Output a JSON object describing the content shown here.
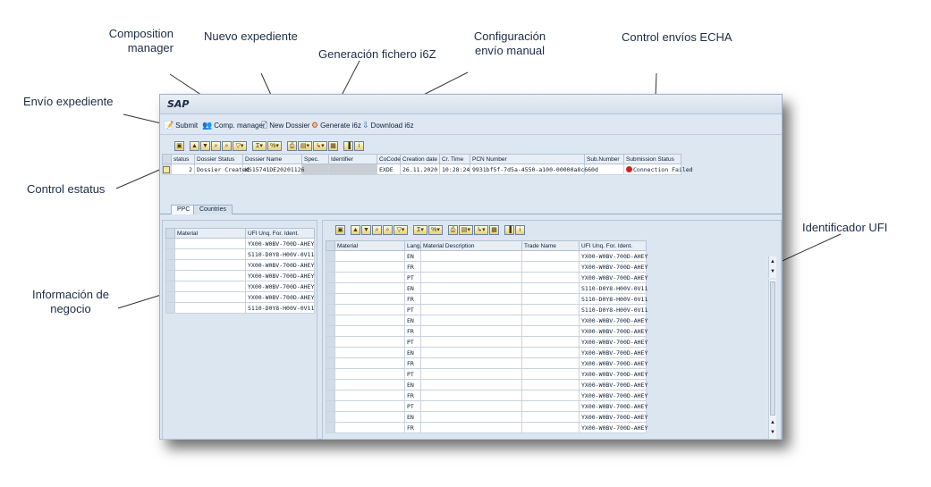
{
  "annotations": {
    "composition_manager": "Composition\nmanager",
    "nuevo_expediente": "Nuevo expediente",
    "generacion": "Generación fichero i6Z",
    "configuracion": "Configuración\nenvío manual",
    "control_envios": "Control envíos ECHA",
    "envio_expediente": "Envío expediente",
    "control_estatus": "Control estatus",
    "identificador_ufi": "Identificador UFI",
    "informacion_negocio": "Información de\nnegocio"
  },
  "window": {
    "logo": "SAP"
  },
  "appbar": {
    "submit": "Submit",
    "comp_manager": "Comp. manager",
    "new_dossier": "New Dossier",
    "generate": "Generate i6z",
    "download": "Download i6z"
  },
  "dossier_grid": {
    "headers": [
      "status",
      "Dossier Status",
      "Dossier Name",
      "Spec.",
      "Identifier",
      "CoCode",
      "Creation date",
      "Cr. Time",
      "PCN Number",
      "Sub.Number",
      "Submission Status"
    ],
    "row": {
      "status": "2",
      "dossier_status": "Dossier Created",
      "dossier_name": "KS15741DE20201126",
      "cocode": "EXDE",
      "creation_date": "26.11.2020",
      "cr_time": "10:28:24",
      "pcn_number": "9931bf5f-7d5a-4550-a100-00000a8c660d",
      "submission_status": "Connection Failed"
    }
  },
  "tabs": [
    "PPC",
    "Countries"
  ],
  "left_grid": {
    "headers": [
      "Material",
      "UFI Unq. For. Ident."
    ],
    "ufi": [
      "YX00-W0BV-700D-AHEY",
      "S110-D0Y8-H00V-0V11",
      "YX00-W0BV-700D-AHEY",
      "YX00-W0BV-700D-AHEY",
      "YX00-W0BV-700D-AHEY",
      "YX00-W0BV-700D-AHEY",
      "S110-D0Y8-H00V-0V11"
    ]
  },
  "right_grid": {
    "headers": [
      "Material",
      "Lang.",
      "Material Description",
      "Trade Name",
      "UFI Unq. For. Ident."
    ],
    "rows": [
      [
        "EN",
        "YX00-W0BV-700D-AHEY"
      ],
      [
        "FR",
        "YX00-W0BV-700D-AHEY"
      ],
      [
        "PT",
        "YX00-W0BV-700D-AHEY"
      ],
      [
        "EN",
        "S110-D0Y8-H00V-0V11"
      ],
      [
        "FR",
        "S110-D0Y8-H00V-0V11"
      ],
      [
        "PT",
        "S110-D0Y8-H00V-0V11"
      ],
      [
        "EN",
        "YX00-W0BV-700D-AHEY"
      ],
      [
        "FR",
        "YX00-W0BV-700D-AHEY"
      ],
      [
        "PT",
        "YX00-W0BV-700D-AHEY"
      ],
      [
        "EN",
        "YX00-W0BV-700D-AHEY"
      ],
      [
        "FR",
        "YX00-W0BV-700D-AHEY"
      ],
      [
        "PT",
        "YX00-W0BV-700D-AHEY"
      ],
      [
        "EN",
        "YX00-W0BV-700D-AHEY"
      ],
      [
        "FR",
        "YX00-W0BV-700D-AHEY"
      ],
      [
        "PT",
        "YX00-W0BV-700D-AHEY"
      ],
      [
        "EN",
        "YX00-W0BV-700D-AHEY"
      ],
      [
        "FR",
        "YX00-W0BV-700D-AHEY"
      ]
    ]
  }
}
